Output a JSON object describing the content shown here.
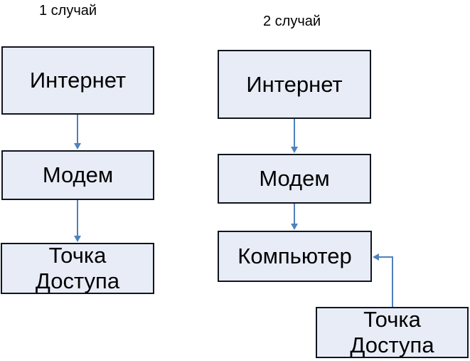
{
  "case1": {
    "title": "1 случай",
    "nodes": [
      {
        "label": "Интернет"
      },
      {
        "label": "Модем"
      },
      {
        "label": "Точка Доступа"
      }
    ]
  },
  "case2": {
    "title": "2 случай",
    "nodes": [
      {
        "label": "Интернет"
      },
      {
        "label": "Модем"
      },
      {
        "label": "Компьютер"
      },
      {
        "label": "Точка Доступа"
      }
    ]
  },
  "connections": [
    {
      "case": "1 случай",
      "from": "Интернет",
      "to": "Модем"
    },
    {
      "case": "1 случай",
      "from": "Модем",
      "to": "Точка Доступа"
    },
    {
      "case": "2 случай",
      "from": "Интернет",
      "to": "Модем"
    },
    {
      "case": "2 случай",
      "from": "Модем",
      "to": "Компьютер"
    },
    {
      "case": "2 случай",
      "from": "Точка Доступа",
      "to": "Компьютер"
    }
  ],
  "colors": {
    "box_fill": "#e7ecf6",
    "box_border": "#10151f",
    "arrow": "#4f81bd",
    "text": "#000000"
  }
}
